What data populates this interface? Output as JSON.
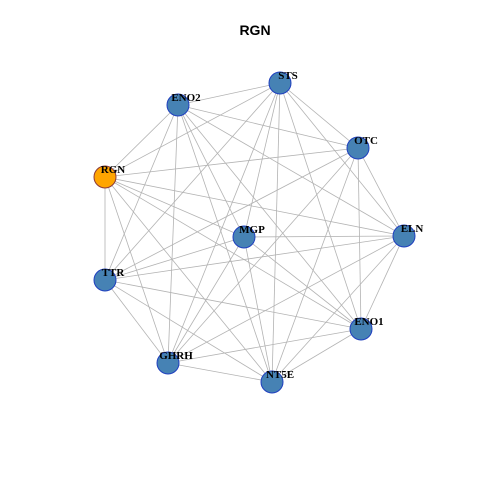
{
  "title": "RGN",
  "colors": {
    "edge": "#b3b3b3",
    "node_fill": "#4682b4",
    "node_stroke": "#1f3fbf",
    "highlight_fill": "#ffa500",
    "highlight_stroke": "#8b3a3a",
    "background": "#ffffff"
  },
  "nodes": [
    {
      "id": "STS",
      "label": "STS"
    },
    {
      "id": "ENO2",
      "label": "ENO2"
    },
    {
      "id": "OTC",
      "label": "OTC"
    },
    {
      "id": "RGN",
      "label": "RGN",
      "highlight": true
    },
    {
      "id": "MGP",
      "label": "MGP"
    },
    {
      "id": "ELN",
      "label": "ELN"
    },
    {
      "id": "TTR",
      "label": "TTR"
    },
    {
      "id": "ENO1",
      "label": "ENO1"
    },
    {
      "id": "GHRH",
      "label": "GHRH"
    },
    {
      "id": "NT5E",
      "label": "NT5E"
    }
  ],
  "edges": [
    [
      "STS",
      "ENO2"
    ],
    [
      "STS",
      "OTC"
    ],
    [
      "STS",
      "RGN"
    ],
    [
      "STS",
      "ELN"
    ],
    [
      "STS",
      "ENO1"
    ],
    [
      "STS",
      "NT5E"
    ],
    [
      "STS",
      "GHRH"
    ],
    [
      "STS",
      "TTR"
    ],
    [
      "STS",
      "MGP"
    ],
    [
      "ENO2",
      "OTC"
    ],
    [
      "ENO2",
      "RGN"
    ],
    [
      "ENO2",
      "ELN"
    ],
    [
      "ENO2",
      "ENO1"
    ],
    [
      "ENO2",
      "NT5E"
    ],
    [
      "ENO2",
      "GHRH"
    ],
    [
      "ENO2",
      "TTR"
    ],
    [
      "ENO2",
      "MGP"
    ],
    [
      "OTC",
      "RGN"
    ],
    [
      "OTC",
      "ELN"
    ],
    [
      "OTC",
      "ENO1"
    ],
    [
      "OTC",
      "NT5E"
    ],
    [
      "OTC",
      "GHRH"
    ],
    [
      "OTC",
      "TTR"
    ],
    [
      "RGN",
      "TTR"
    ],
    [
      "RGN",
      "GHRH"
    ],
    [
      "RGN",
      "NT5E"
    ],
    [
      "RGN",
      "ENO1"
    ],
    [
      "RGN",
      "MGP"
    ],
    [
      "RGN",
      "ELN"
    ],
    [
      "MGP",
      "ELN"
    ],
    [
      "MGP",
      "GHRH"
    ],
    [
      "MGP",
      "NT5E"
    ],
    [
      "MGP",
      "TTR"
    ],
    [
      "MGP",
      "ENO1"
    ],
    [
      "ELN",
      "TTR"
    ],
    [
      "ELN",
      "ENO1"
    ],
    [
      "ELN",
      "NT5E"
    ],
    [
      "ELN",
      "GHRH"
    ],
    [
      "TTR",
      "ENO1"
    ],
    [
      "TTR",
      "GHRH"
    ],
    [
      "TTR",
      "NT5E"
    ],
    [
      "ENO1",
      "NT5E"
    ],
    [
      "ENO1",
      "GHRH"
    ],
    [
      "GHRH",
      "NT5E"
    ]
  ]
}
